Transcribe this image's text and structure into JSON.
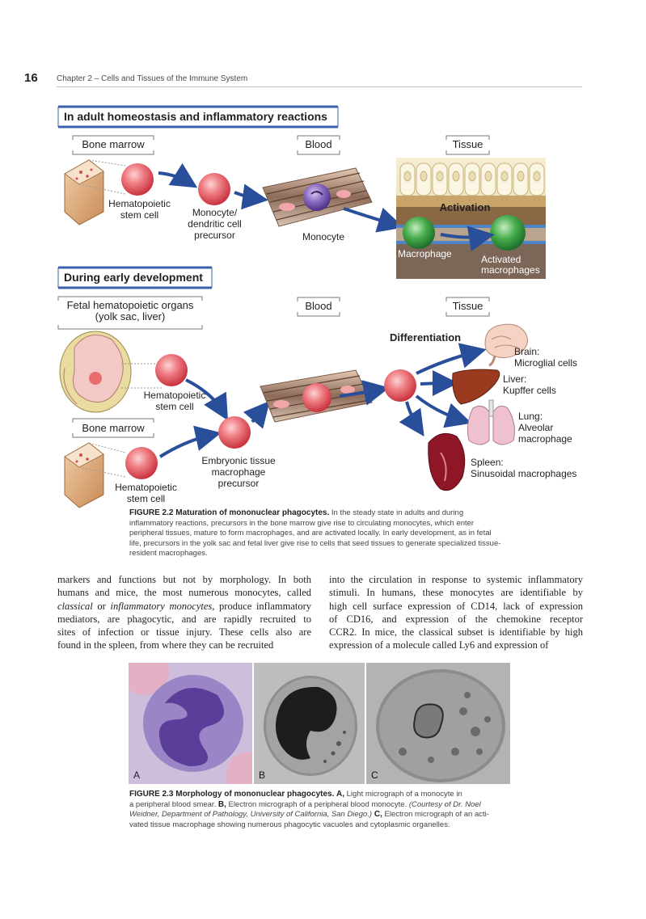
{
  "header": {
    "page_number": "16",
    "running_head": "Chapter 2 – Cells and Tissues of the Immune System"
  },
  "figure_2_2": {
    "section1": {
      "title": "In adult homeostasis and inflammatory reactions",
      "box_bone_marrow": "Bone marrow",
      "box_blood": "Blood",
      "box_tissue": "Tissue",
      "label_hsc": [
        "Hematopoietic",
        "stem cell"
      ],
      "label_precursor": [
        "Monocyte/",
        "dendritic cell",
        "precursor"
      ],
      "label_monocyte": "Monocyte",
      "label_activation": "Activation",
      "label_macrophage": "Macrophage",
      "label_activated": [
        "Activated",
        "macrophages"
      ]
    },
    "section2": {
      "title": "During early development",
      "box_fetal": [
        "Fetal hematopoietic organs",
        "(yolk sac, liver)"
      ],
      "box_blood": "Blood",
      "box_tissue": "Tissue",
      "box_bone_marrow": "Bone marrow",
      "label_hsc_fetal": [
        "Hematopoietic",
        "stem cell"
      ],
      "label_hsc_bm": [
        "Hematopoietic",
        "stem cell"
      ],
      "label_embryonic": [
        "Embryonic tissue",
        "macrophage",
        "precursor"
      ],
      "label_differentiation": "Differentiation",
      "targets": [
        {
          "organ": "Brain:",
          "cells": "Microglial cells"
        },
        {
          "organ": "Liver:",
          "cells": "Kupffer cells"
        },
        {
          "organ": "Lung:",
          "cells": "Alveolar",
          "cells2": "macrophage"
        },
        {
          "organ": "Spleen:",
          "cells": "Sinusoidal macrophages"
        }
      ]
    },
    "caption": {
      "label": "FIGURE 2.2 Maturation of mononuclear phagocytes.",
      "lines": [
        " In the steady state in adults and during",
        "inflammatory reactions, precursors in the bone marrow give rise to circulating monocytes, which enter",
        "peripheral tissues, mature to form macrophages, and are activated locally. In early development, as in fetal",
        "life, precursors in the yolk sac and fetal liver give rise to cells that seed tissues to generate specialized tissue-",
        "resident macrophages."
      ]
    }
  },
  "body": {
    "left_col": [
      "markers and functions but not by morphology. In both",
      "humans and mice, the most numerous monocytes, called",
      [
        "classical",
        " or ",
        "inflammatory monocytes",
        ", produce inflammatory"
      ],
      "mediators, are phagocytic, and are rapidly recruited to",
      "sites of infection or tissue injury. These cells also are",
      "found in the spleen, from where they can be recruited"
    ],
    "right_col": [
      "into the circulation in response to systemic inflammatory",
      "stimuli. In humans, these monocytes are identifiable by",
      "high cell surface expression of CD14, lack of expression",
      "of CD16, and expression of the chemokine receptor",
      "CCR2. In mice, the classical subset is identifiable by high",
      "expression of a molecule called Ly6 and expression of"
    ]
  },
  "figure_2_3": {
    "panel_letters": [
      "A",
      "B",
      "C"
    ],
    "caption": {
      "label": "FIGURE 2.3 Morphology of mononuclear phagocytes.",
      "a_label": "A,",
      "a_text": " Light micrograph of a monocyte in",
      "line2": "a peripheral blood smear. ",
      "b_label": "B,",
      "b_text": " Electron micrograph of a peripheral blood monocyte. ",
      "courtesy": "(Courtesy of Dr. Noel",
      "courtesy2": "Weidner, Department of Pathology, University of California, San Diego.)",
      "c_label": " C,",
      "c_text": " Electron micrograph of an acti-",
      "line4": "vated tissue macrophage showing numerous phagocytic vacuoles and cytoplasmic organelles."
    }
  },
  "colors": {
    "arrow_blue": "#2a4f9a",
    "cell_red": "#e8646b",
    "macrophage_green": "#3aa64a",
    "monocyte_purple": "#7d5bb5",
    "section_box": "#3b5fa8"
  }
}
